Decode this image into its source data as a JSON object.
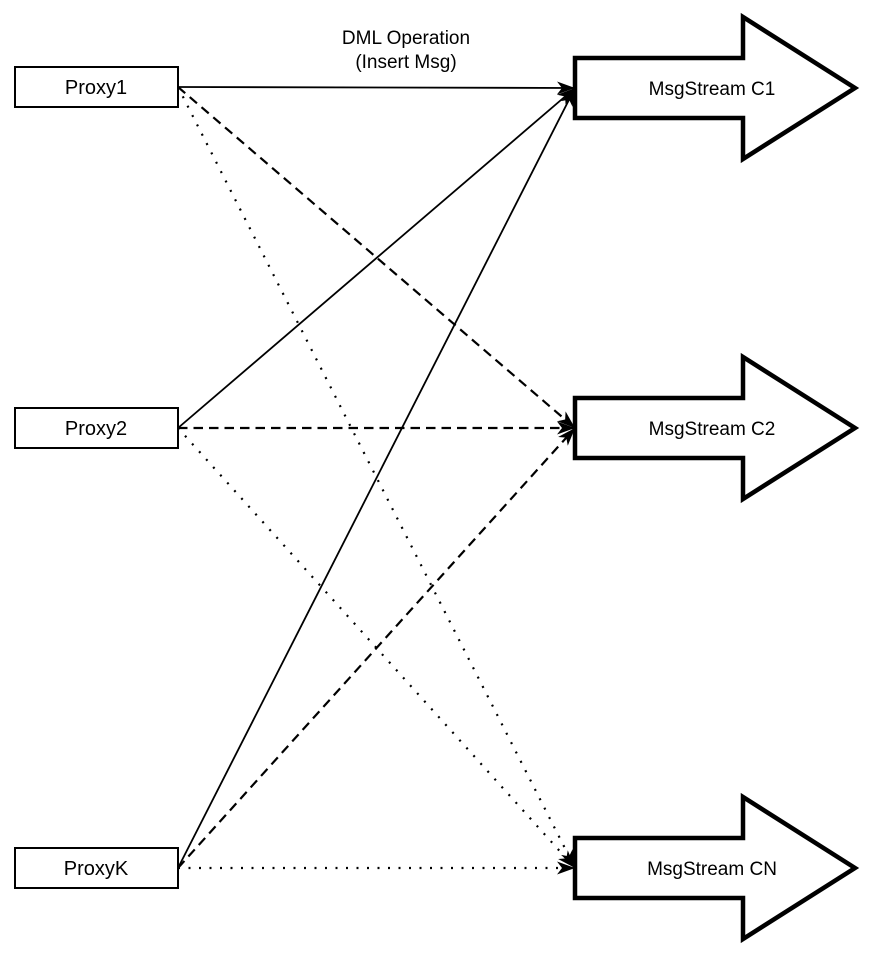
{
  "diagram": {
    "title_line1": "DML Operation",
    "title_line2": "(Insert Msg)",
    "colors": {
      "stroke": "#000000",
      "fill": "#ffffff"
    },
    "proxies": [
      {
        "id": "proxy1",
        "label": "Proxy1"
      },
      {
        "id": "proxy2",
        "label": "Proxy2"
      },
      {
        "id": "proxyk",
        "label": "ProxyK"
      }
    ],
    "streams": [
      {
        "id": "c1",
        "label": "MsgStream C1"
      },
      {
        "id": "c2",
        "label": "MsgStream C2"
      },
      {
        "id": "cn",
        "label": "MsgStream CN"
      }
    ],
    "connections": [
      {
        "from": "proxy1",
        "to": "c1",
        "style": "solid"
      },
      {
        "from": "proxy2",
        "to": "c1",
        "style": "solid"
      },
      {
        "from": "proxyk",
        "to": "c1",
        "style": "solid"
      },
      {
        "from": "proxy1",
        "to": "c2",
        "style": "dashed"
      },
      {
        "from": "proxy2",
        "to": "c2",
        "style": "dashed"
      },
      {
        "from": "proxyk",
        "to": "c2",
        "style": "dashed"
      },
      {
        "from": "proxy1",
        "to": "cn",
        "style": "dotted"
      },
      {
        "from": "proxy2",
        "to": "cn",
        "style": "dotted"
      },
      {
        "from": "proxyk",
        "to": "cn",
        "style": "dotted"
      }
    ]
  }
}
